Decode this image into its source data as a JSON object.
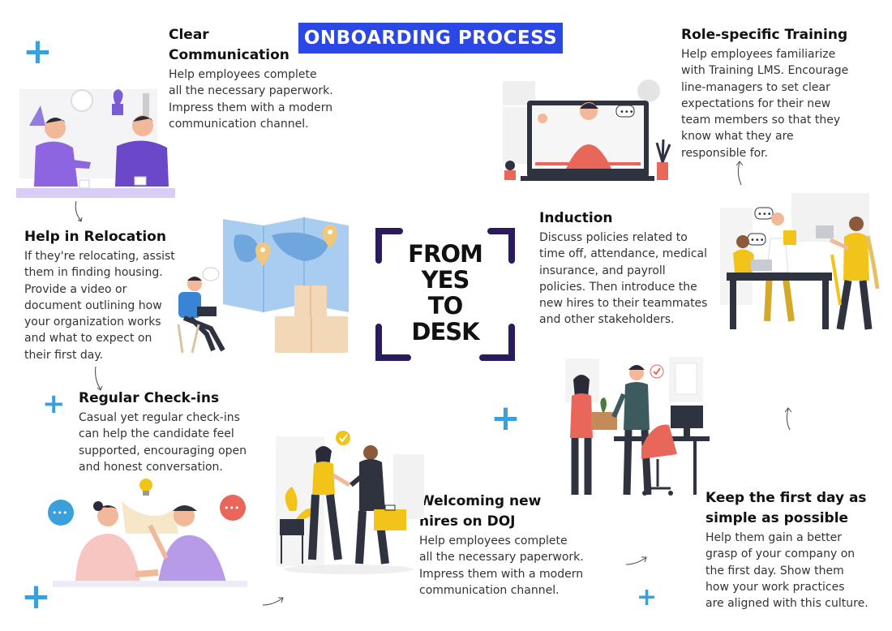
{
  "title": "ONBOARDING PROCESS",
  "center": {
    "lines": [
      "FROM",
      "YES",
      "TO",
      "DESK"
    ]
  },
  "sections": {
    "clear_communication": {
      "heading_line1": "Clear",
      "heading_line2": "Communication",
      "body_lines": [
        "Help employees complete",
        "all the necessary paperwork.",
        "Impress them with a modern",
        "communication channel."
      ]
    },
    "role_training": {
      "heading": "Role-specific Training",
      "body_lines": [
        "Help employees familiarize",
        "with Training LMS. Encourage",
        "line-managers to set clear",
        "expectations for their new",
        "team members so that they",
        "know what they are",
        "responsible for."
      ]
    },
    "relocation": {
      "heading": "Help in Relocation",
      "body_lines": [
        "If they're relocating, assist",
        "them in finding housing.",
        "Provide a video or",
        "document outlining how",
        "your organization works",
        "and what to expect on",
        "their first day."
      ]
    },
    "induction": {
      "heading": "Induction",
      "body_lines": [
        "Discuss policies related to",
        "time off, attendance, medical",
        "insurance, and payroll",
        "policies. Then introduce the",
        "new hires to their teammates",
        "and other stakeholders."
      ]
    },
    "checkins": {
      "heading": "Regular Check-ins",
      "body_lines": [
        "Casual yet regular check-ins",
        "can help the candidate feel",
        "supported, encouraging open",
        "and honest conversation."
      ]
    },
    "welcoming": {
      "heading_line1": "Welcoming new",
      "heading_line2": "hires on DOJ",
      "body_lines": [
        "Help employees complete",
        "all the necessary paperwork.",
        "Impress them with a modern",
        "communication channel."
      ]
    },
    "first_day": {
      "heading_line1": "Keep the first day as",
      "heading_line2": "simple as possible",
      "body_lines": [
        "Help them gain a better",
        "grasp of your company on",
        "the first day. Show them",
        "how your work practices",
        "are aligned with this culture."
      ]
    }
  },
  "colors": {
    "banner": "#2b47e6",
    "accent_blue": "#3aa0dc",
    "bracket": "#2a1a5e",
    "purple": "#7b5cd6",
    "yellow": "#f2c318",
    "coral": "#e8665a"
  },
  "icons": [
    "plus-icon",
    "chat-bubble-icon",
    "location-pin-icon",
    "lightbulb-icon",
    "checkmark-icon",
    "curved-arrow-icon"
  ]
}
